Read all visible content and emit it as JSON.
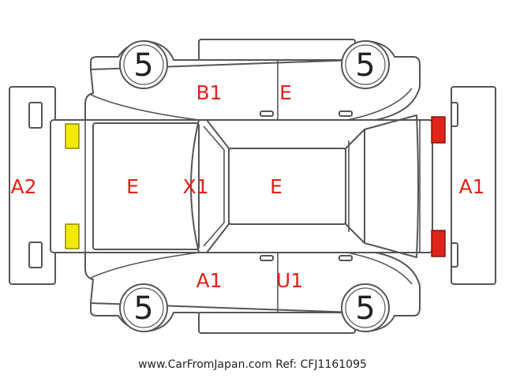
{
  "colors": {
    "label": "#e0231a",
    "outline": "#555555",
    "marker_yellow": "#f2ea00",
    "marker_red": "#e0231a"
  },
  "tires": {
    "front_left": "5",
    "front_right": "5",
    "rear_left": "5",
    "rear_right": "5"
  },
  "labels": {
    "rear_bumper": "A2",
    "front_bumper": "A1",
    "trunk": "E",
    "roof": "E",
    "rear_window": "X1",
    "top_rear_door": "B1",
    "top_front_door": "E",
    "bottom_rear_door": "A1",
    "bottom_front_door": "U1"
  },
  "markers": {
    "rear_lights": "yellow",
    "front_lights": "red"
  },
  "footer": {
    "watermark": "www.CarFromJapan.com Ref: CFJ1161095"
  }
}
